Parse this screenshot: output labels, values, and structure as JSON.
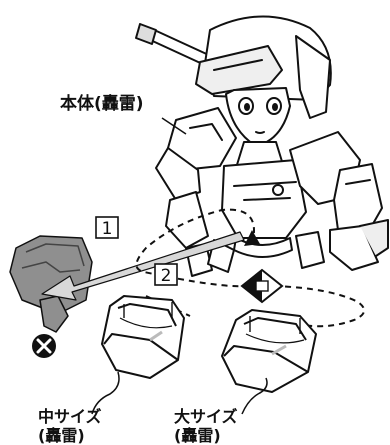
{
  "labels": {
    "main_body": "本体(轟雷)",
    "medium_size_line1": "中サイズ",
    "medium_size_line2": "(轟雷)",
    "large_size_line1": "大サイズ",
    "large_size_line2": "(轟雷)"
  },
  "steps": {
    "step1": "1",
    "step2": "2"
  },
  "colors": {
    "line": "#111111",
    "removed_part_fill": "#8f8f8f",
    "arrow_fill": "#d8d8d8",
    "background": "#ffffff"
  },
  "icons": {
    "remove_mark": "x-circle-icon",
    "swap_mark": "diamond-swap-icon"
  }
}
